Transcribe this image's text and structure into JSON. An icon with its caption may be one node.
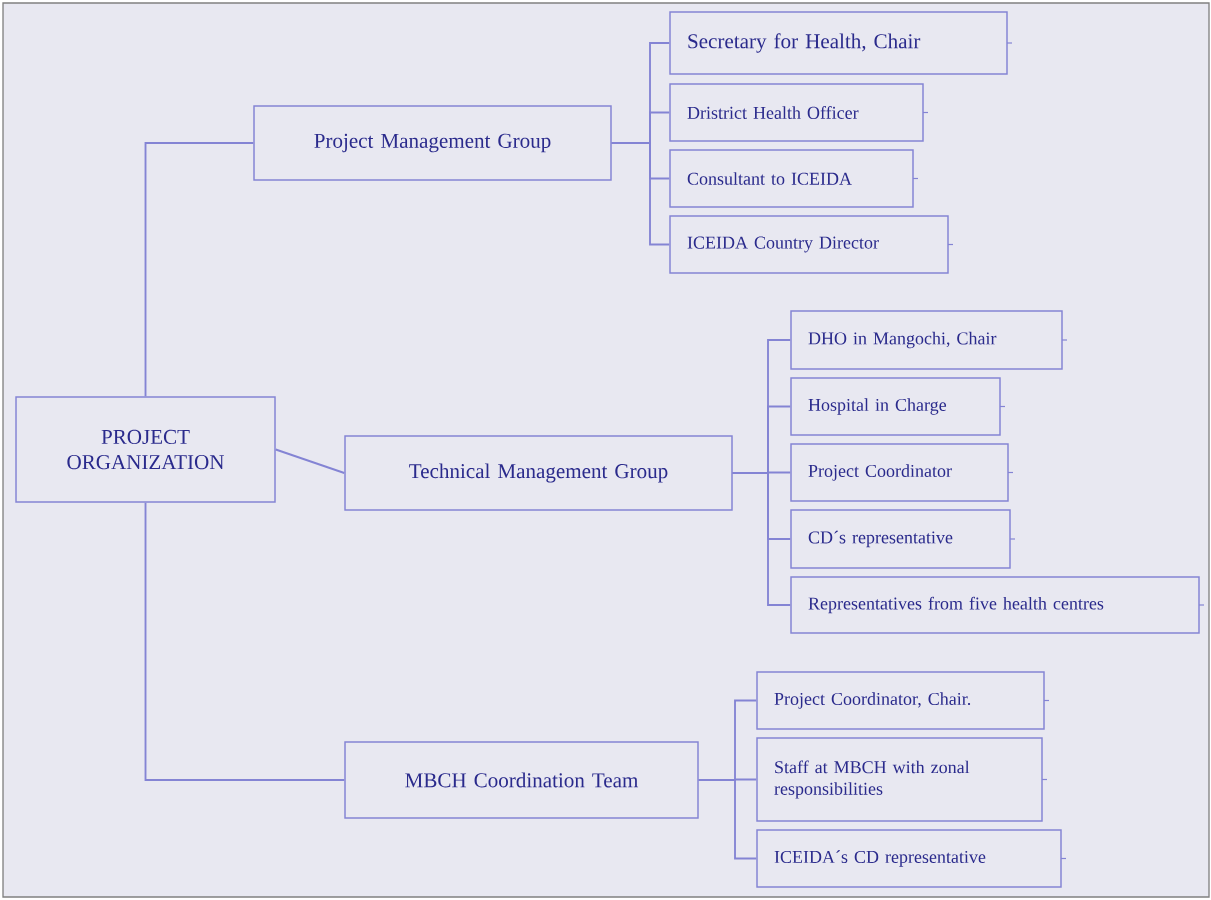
{
  "diagram": {
    "nodes": [
      {
        "text": [
          "PROJECT ORGANIZATION"
        ]
      },
      {
        "text": [
          "Project Management Group"
        ]
      },
      {
        "text": [
          "Secretary for Health, Chair"
        ]
      },
      {
        "text": [
          "Dristrict Health Officer"
        ]
      },
      {
        "text": [
          "Consultant to ICEIDA"
        ]
      },
      {
        "text": [
          "ICEIDA Country Director"
        ]
      },
      {
        "text": [
          "Technical Management Group"
        ]
      },
      {
        "text": [
          "DHO in Mangochi, Chair"
        ]
      },
      {
        "text": [
          "Hospital in Charge"
        ]
      },
      {
        "text": [
          "Project Coordinator"
        ]
      },
      {
        "text": [
          "CD´s representative"
        ]
      },
      {
        "text": [
          "Representatives from five health centres"
        ]
      },
      {
        "text": [
          "MBCH Coordination Team"
        ]
      },
      {
        "text": [
          "Project Coordinator, Chair."
        ]
      },
      {
        "text": [
          "Staff at MBCH with zonal responsibilities"
        ]
      },
      {
        "text": [
          "ICEIDA´s CD representative"
        ]
      }
    ],
    "edges": [
      {
        "from": 0,
        "to": 1,
        "arrow": "none"
      },
      {
        "from": 0,
        "to": 6,
        "arrow": "none"
      },
      {
        "from": 0,
        "to": 12,
        "arrow": "none"
      },
      {
        "from": 1,
        "to": 2,
        "arrow": "none"
      },
      {
        "from": 1,
        "to": 3,
        "arrow": "none"
      },
      {
        "from": 1,
        "to": 4,
        "arrow": "none"
      },
      {
        "from": 1,
        "to": 5,
        "arrow": "none"
      },
      {
        "from": 6,
        "to": 7,
        "arrow": "none"
      },
      {
        "from": 6,
        "to": 8,
        "arrow": "none"
      },
      {
        "from": 6,
        "to": 9,
        "arrow": "none"
      },
      {
        "from": 6,
        "to": 10,
        "arrow": "none"
      },
      {
        "from": 6,
        "to": 11,
        "arrow": "none"
      },
      {
        "from": 12,
        "to": 13,
        "arrow": "none"
      },
      {
        "from": 12,
        "to": 14,
        "arrow": "none"
      },
      {
        "from": 12,
        "to": 15,
        "arrow": "none"
      }
    ]
  }
}
